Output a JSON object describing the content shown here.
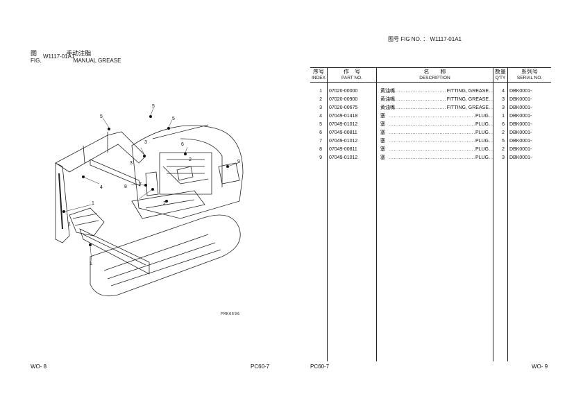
{
  "figure_header": {
    "fig_cn": "图",
    "fig_en": "FIG.",
    "fig_no": "W1117-01A1",
    "title_cn": "手动注脂",
    "title_en": "MANUAL GREASE"
  },
  "right_header": {
    "label_cn": "图号",
    "label_en": "FIG NO. ：",
    "fig_no": "W1117-01A1"
  },
  "drawing_code": "PMK0696",
  "callouts": [
    "5",
    "5",
    "5",
    "3",
    "3",
    "6",
    "2",
    "9",
    "4",
    "8",
    "7",
    "1",
    "2",
    "1",
    "1"
  ],
  "table": {
    "headers": {
      "index_cn": "序号",
      "index_en": "INDEX",
      "part_cn": "作　号",
      "part_en": "PART NO.",
      "desc_cn": "名　　称",
      "desc_en": "DESCRIPTION",
      "qty_cn": "数量",
      "qty_en": "Q'TY",
      "serial_cn": "系列号",
      "serial_en": "SERIAL NO."
    },
    "rows": [
      {
        "index": "1",
        "part_no": "07020-00000",
        "desc_cn": "黄油嘴",
        "desc_en": "FITTING, GREASE",
        "qty": "4",
        "serial": "DBK0001-"
      },
      {
        "index": "2",
        "part_no": "07020-00900",
        "desc_cn": "黄油嘴",
        "desc_en": "FITTING, GREASE",
        "qty": "3",
        "serial": "DBK0001-"
      },
      {
        "index": "3",
        "part_no": "07020-00675",
        "desc_cn": "黄油嘴",
        "desc_en": "FITTING, GREASE",
        "qty": "3",
        "serial": "DBK0001-"
      },
      {
        "index": "4",
        "part_no": "07049-01418",
        "desc_cn": "塞",
        "desc_en": "PLUG",
        "qty": "1",
        "serial": "DBK0001-"
      },
      {
        "index": "5",
        "part_no": "07049-01012",
        "desc_cn": "塞",
        "desc_en": "PLUG",
        "qty": "6",
        "serial": "DBK0001-"
      },
      {
        "index": "6",
        "part_no": "07049-00811",
        "desc_cn": "塞",
        "desc_en": "PLUG",
        "qty": "2",
        "serial": "DBK0001-"
      },
      {
        "index": "7",
        "part_no": "07049-01012",
        "desc_cn": "塞",
        "desc_en": "PLUG",
        "qty": "5",
        "serial": "DBK0001-"
      },
      {
        "index": "8",
        "part_no": "07049-00811",
        "desc_cn": "塞",
        "desc_en": "PLUG",
        "qty": "2",
        "serial": "DBK0001-"
      },
      {
        "index": "9",
        "part_no": "07049-01012",
        "desc_cn": "塞",
        "desc_en": "PLUG",
        "qty": "3",
        "serial": "DBK0001-"
      }
    ]
  },
  "footer": {
    "left_page": "WO- 8",
    "left_model": "PC60-7",
    "right_model": "PC60-7",
    "right_page": "WO- 9"
  }
}
